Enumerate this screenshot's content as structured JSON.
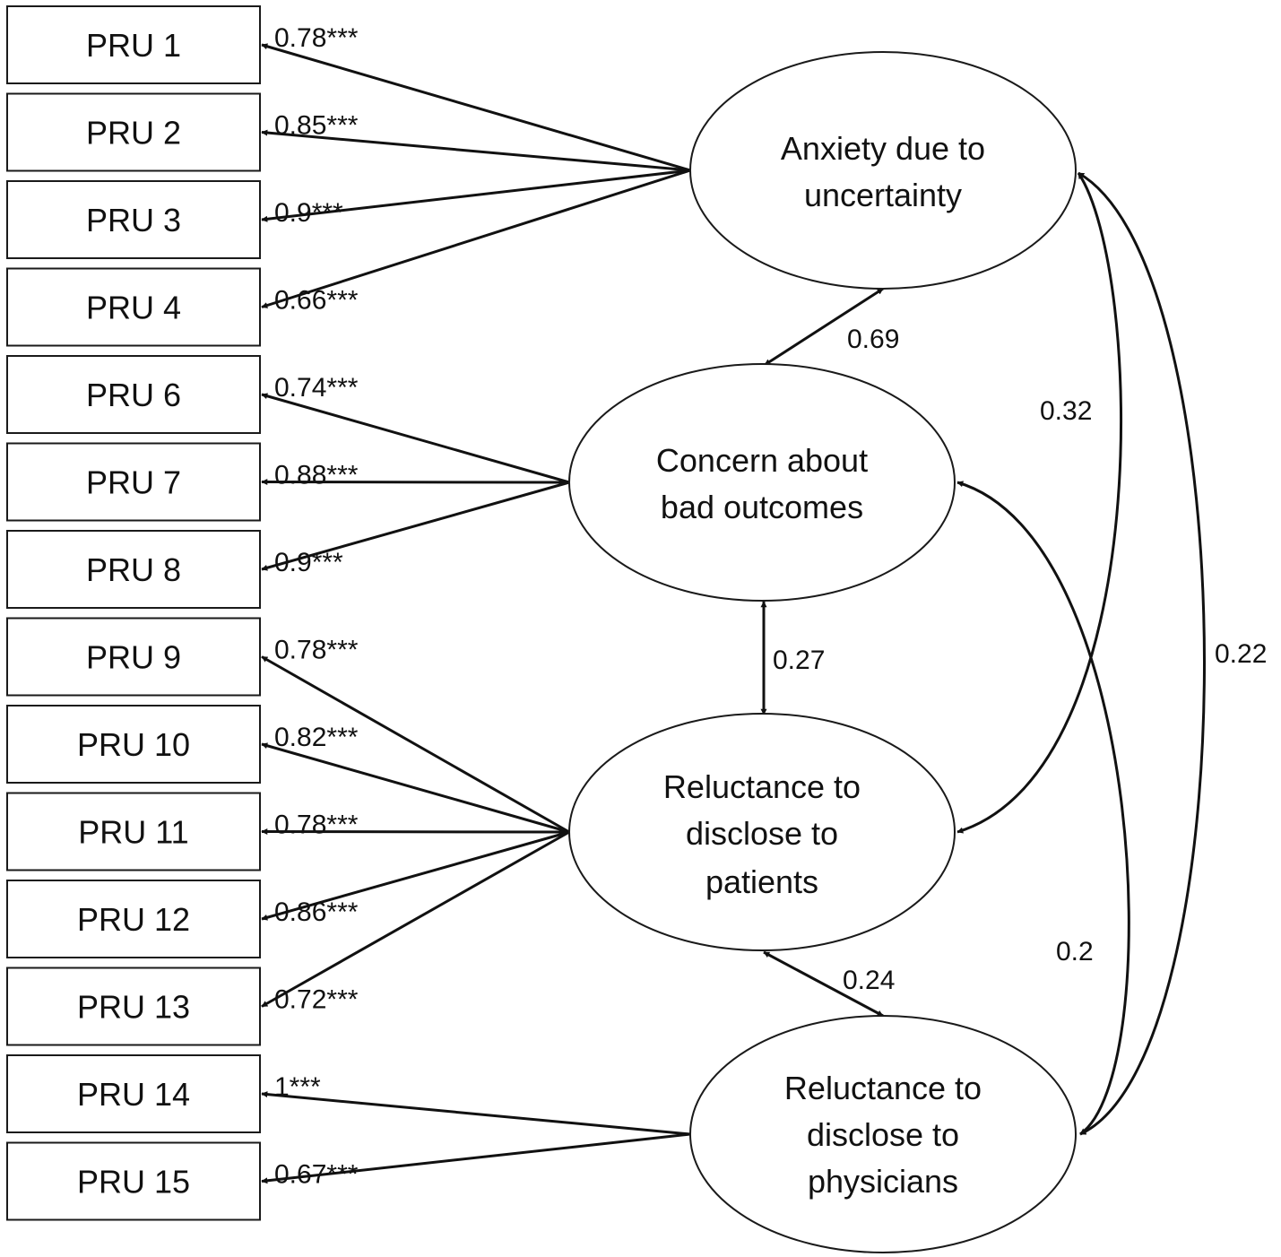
{
  "indicators": [
    "PRU 1",
    "PRU 2",
    "PRU 3",
    "PRU 4",
    "PRU 6",
    "PRU 7",
    "PRU 8",
    "PRU 9",
    "PRU 10",
    "PRU 11",
    "PRU 12",
    "PRU 13",
    "PRU 14",
    "PRU 15"
  ],
  "factors": [
    {
      "id": "anxiety",
      "lines": [
        "Anxiety due to",
        "uncertainty"
      ]
    },
    {
      "id": "concern",
      "lines": [
        "Concern about",
        "bad outcomes"
      ]
    },
    {
      "id": "patients",
      "lines": [
        "Reluctance to",
        "disclose to",
        "patients"
      ]
    },
    {
      "id": "physicians",
      "lines": [
        "Reluctance to",
        "disclose to",
        "physicians"
      ]
    }
  ],
  "loadings": [
    {
      "indicator": 0,
      "factor": "anxiety",
      "label": "0.78***"
    },
    {
      "indicator": 1,
      "factor": "anxiety",
      "label": "0.85***"
    },
    {
      "indicator": 2,
      "factor": "anxiety",
      "label": "0.9***"
    },
    {
      "indicator": 3,
      "factor": "anxiety",
      "label": "0.66***"
    },
    {
      "indicator": 4,
      "factor": "concern",
      "label": "0.74***"
    },
    {
      "indicator": 5,
      "factor": "concern",
      "label": "0.88***"
    },
    {
      "indicator": 6,
      "factor": "concern",
      "label": "0.9***"
    },
    {
      "indicator": 7,
      "factor": "patients",
      "label": "0.78***"
    },
    {
      "indicator": 8,
      "factor": "patients",
      "label": "0.82***"
    },
    {
      "indicator": 9,
      "factor": "patients",
      "label": "0.78***"
    },
    {
      "indicator": 10,
      "factor": "patients",
      "label": "0.86***"
    },
    {
      "indicator": 11,
      "factor": "patients",
      "label": "0.72***"
    },
    {
      "indicator": 12,
      "factor": "physicians",
      "label": "1***"
    },
    {
      "indicator": 13,
      "factor": "physicians",
      "label": "0.67***"
    }
  ],
  "correlations": [
    {
      "from": "anxiety",
      "to": "concern",
      "label": "0.69"
    },
    {
      "from": "concern",
      "to": "patients",
      "label": "0.27"
    },
    {
      "from": "patients",
      "to": "physicians",
      "label": "0.24"
    },
    {
      "from": "anxiety",
      "to": "patients",
      "label": "0.32"
    },
    {
      "from": "concern",
      "to": "physicians",
      "label": "0.2"
    },
    {
      "from": "anxiety",
      "to": "physicians",
      "label": "0.22"
    }
  ]
}
